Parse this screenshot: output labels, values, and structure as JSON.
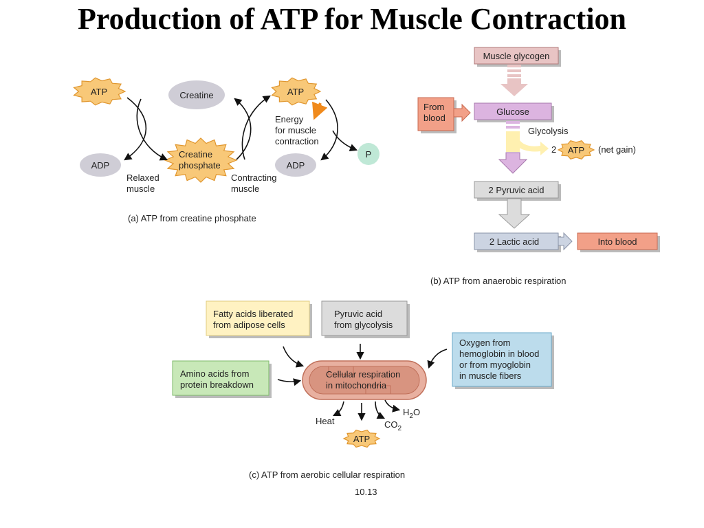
{
  "title": "Production of ATP for Muscle Contraction",
  "panel_a": {
    "atp_left": "ATP",
    "creatine": "Creatine",
    "atp_right": "ATP",
    "energy": [
      "Energy",
      "for muscle",
      "contraction"
    ],
    "p": "P",
    "adp_left": "ADP",
    "creatine_phosphate": [
      "Creatine",
      "phosphate"
    ],
    "adp_right": "ADP",
    "relaxed": [
      "Relaxed",
      "muscle"
    ],
    "contracting": [
      "Contracting",
      "muscle"
    ],
    "caption": "(a) ATP from creatine phosphate"
  },
  "panel_b": {
    "muscle_glycogen": "Muscle glycogen",
    "from_blood": [
      "From",
      "blood"
    ],
    "glucose": "Glucose",
    "glycolysis": "Glycolysis",
    "two": "2",
    "atp": "ATP",
    "net_gain": "(net gain)",
    "pyruvic_acid": "2 Pyruvic acid",
    "lactic_acid": "2 Lactic acid",
    "into_blood": "Into blood",
    "caption": "(b)  ATP from anaerobic respiration"
  },
  "panel_c": {
    "fatty_acids": [
      "Fatty acids liberated",
      "from adipose cells"
    ],
    "pyruvic": [
      "Pyruvic acid",
      "from glycolysis"
    ],
    "oxygen": [
      "Oxygen from",
      "hemoglobin in blood",
      "or from myoglobin",
      "in muscle fibers"
    ],
    "amino_acids": [
      "Amino acids from",
      "protein breakdown"
    ],
    "cellular": [
      "Cellular respiration",
      "in mitochondria"
    ],
    "heat": "Heat",
    "co2": "CO",
    "co2_sub": "2",
    "h2o_h": "H",
    "h2o_sub": "2",
    "h2o_o": "O",
    "atp": "ATP",
    "caption": "(c) ATP from aerobic cellular respiration",
    "figure_number": "10.13"
  },
  "colors": {
    "atp_fill": "#f8c878",
    "atp_stroke": "#e0962e",
    "grey_oval": "#cfcdd6",
    "p_fill": "#bfe8d6",
    "glycogen": "#e8c4c4",
    "glucose": "#dcb4e0",
    "from_blood": "#f2a088",
    "grey_box": "#dcdcdc",
    "blue_grey": "#ccd4e2",
    "yellow_box": "#fff2c2",
    "green_box": "#c8e8b8",
    "blue_box": "#bcdcec",
    "mito": "#e8b0a0"
  }
}
